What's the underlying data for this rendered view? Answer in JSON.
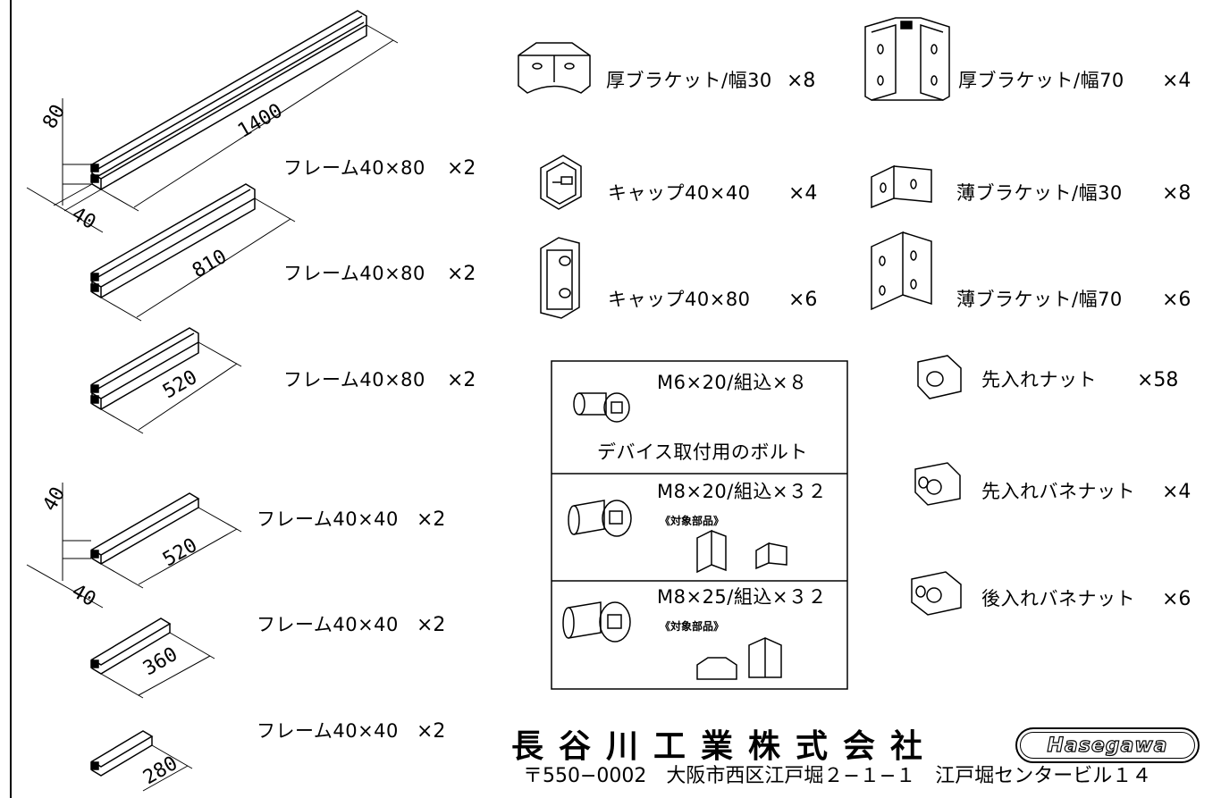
{
  "frames": [
    {
      "dim": "1400",
      "label": "フレーム40×80",
      "qty": "×2"
    },
    {
      "dim": "810",
      "label": "フレーム40×80",
      "qty": "×2"
    },
    {
      "dim": "520",
      "label": "フレーム40×80",
      "qty": "×2"
    },
    {
      "dim": "520",
      "label": "フレーム40×40",
      "qty": "×2"
    },
    {
      "dim": "360",
      "label": "フレーム40×40",
      "qty": "×2"
    },
    {
      "dim": "280",
      "label": "フレーム40×40",
      "qty": "×2"
    }
  ],
  "profile_dims": {
    "h80": "80",
    "w40_a": "40",
    "h40": "40",
    "w40_b": "40"
  },
  "parts": [
    {
      "label": "厚ブラケット/幅30",
      "qty": "×8"
    },
    {
      "label": "厚ブラケット/幅70",
      "qty": "×4"
    },
    {
      "label": "キャップ40×40",
      "qty": "×4"
    },
    {
      "label": "薄ブラケット/幅30",
      "qty": "×8"
    },
    {
      "label": "キャップ40×80",
      "qty": "×6"
    },
    {
      "label": "薄ブラケット/幅70",
      "qty": "×6"
    },
    {
      "label": "先入れナット",
      "qty": "×58"
    },
    {
      "label": "先入れバネナット",
      "qty": "×4"
    },
    {
      "label": "後入れバネナット",
      "qty": "×6"
    }
  ],
  "bolts": [
    {
      "spec": "M6×20/組込×８",
      "note": "デバイス取付用のボルト"
    },
    {
      "spec": "M8×20/組込×３２",
      "note": "《対象部品》"
    },
    {
      "spec": "M8×25/組込×３２",
      "note": "《対象部品》"
    }
  ],
  "company": {
    "name": "長谷川工業株式会社",
    "address": "〒550−0002　大阪市西区江戸堀２−１−１　江戸堀センタービル１４",
    "logo": "Hasegawa"
  }
}
